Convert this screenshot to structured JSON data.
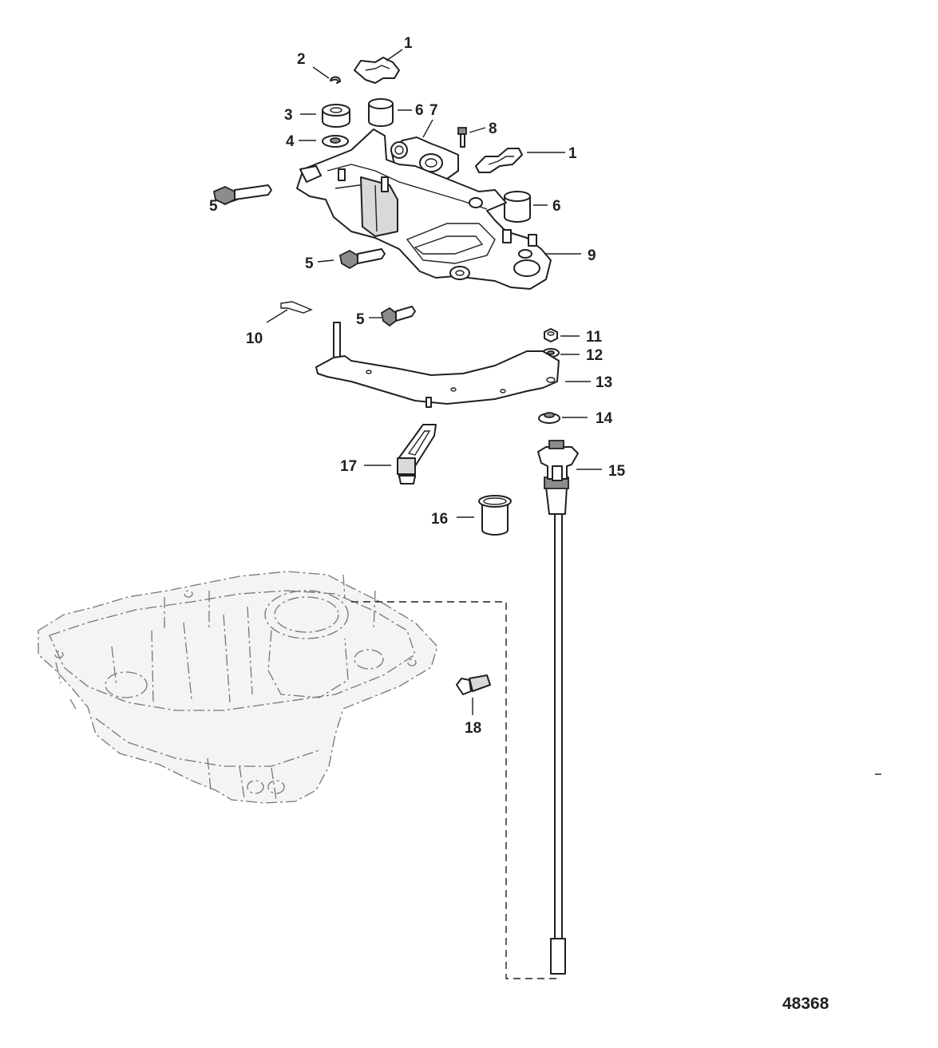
{
  "figure_number": "48368",
  "callouts": {
    "c1a": "1",
    "c1b": "1",
    "c2": "2",
    "c3": "3",
    "c4": "4",
    "c5a": "5",
    "c5b": "5",
    "c5c": "5",
    "c6a": "6",
    "c6b": "6",
    "c7": "7",
    "c8": "8",
    "c9": "9",
    "c10": "10",
    "c11": "11",
    "c12": "12",
    "c13": "13",
    "c14": "14",
    "c15": "15",
    "c16": "16",
    "c17": "17",
    "c18": "18"
  },
  "colors": {
    "ink": "#231f20",
    "phantom": "#777777",
    "shade": "#d9d9d9"
  }
}
